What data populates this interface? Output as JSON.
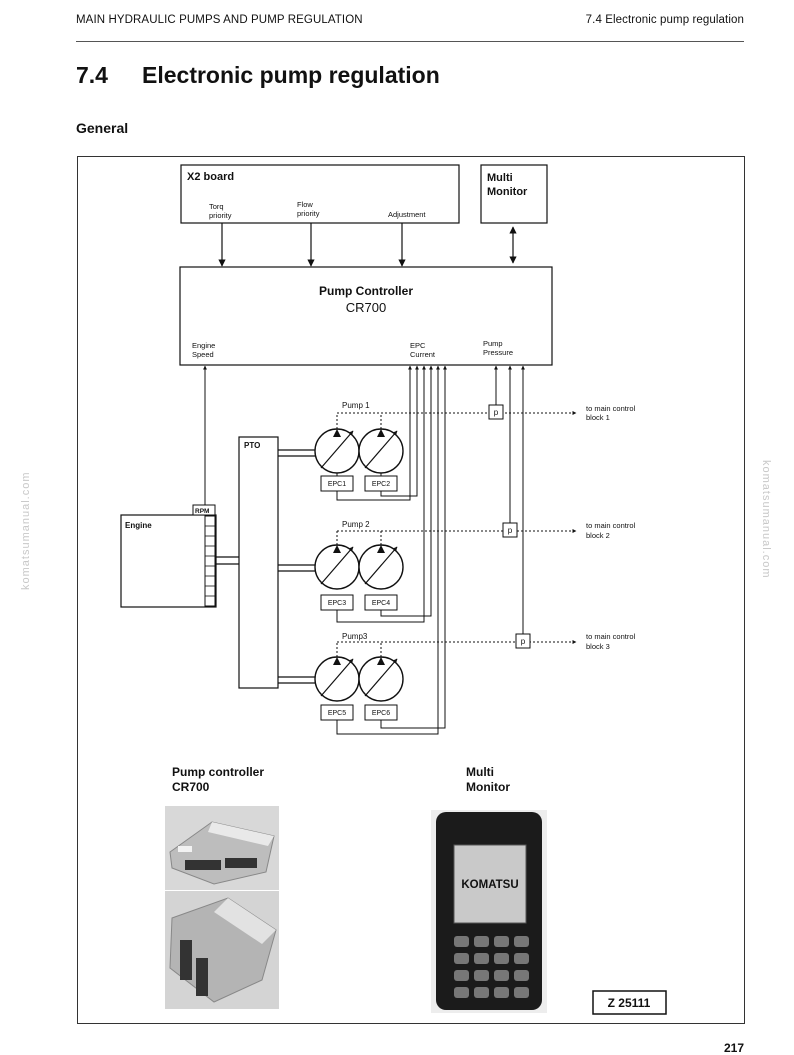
{
  "header": {
    "left": "MAIN HYDRAULIC PUMPS AND PUMP REGULATION",
    "right": "7.4 Electronic pump regulation"
  },
  "section": {
    "number": "7.4",
    "title": "Electronic pump regulation"
  },
  "subheading": "General",
  "diagram": {
    "x2_board": {
      "title": "X2 board",
      "torq": [
        "Torq",
        "priority"
      ],
      "flow": [
        "Flow",
        "priority"
      ],
      "adjustment": "Adjustment"
    },
    "multi_monitor": [
      "Multi",
      "Monitor"
    ],
    "pump_controller": {
      "title": "Pump Controller",
      "model": "CR700",
      "engine_speed": [
        "Engine",
        "Speed"
      ],
      "epc_current": [
        "EPC",
        "Current"
      ],
      "pump_pressure": [
        "Pump",
        "Pressure"
      ]
    },
    "pto": "PTO",
    "rpm": "RPM",
    "engine": "Engine",
    "pumps": [
      "Pump 1",
      "Pump 2",
      "Pump3"
    ],
    "epc": [
      "EPC1",
      "EPC2",
      "EPC3",
      "EPC4",
      "EPC5",
      "EPC6"
    ],
    "pressure_sensor": "p",
    "to_main": [
      "to main control",
      "to main control",
      "to main control"
    ],
    "blocks": [
      "block 1",
      "block 2",
      "block 3"
    ]
  },
  "photos": {
    "controller_caption": [
      "Pump controller",
      "CR700"
    ],
    "monitor_caption": [
      "Multi",
      "Monitor"
    ],
    "monitor_brand": "KOMATSU"
  },
  "figure_id": "Z 25111",
  "page_number": "217",
  "watermark": "komatsumanual.com"
}
